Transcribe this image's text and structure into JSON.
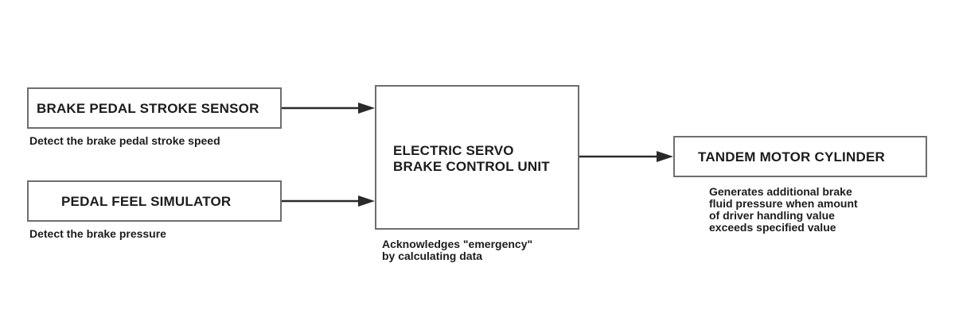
{
  "blocks": {
    "stroke_sensor": {
      "label": "BRAKE PEDAL STROKE SENSOR",
      "note": "Detect the brake pedal stroke speed"
    },
    "feel_simulator": {
      "label": "PEDAL FEEL SIMULATOR",
      "note": "Detect the brake pressure"
    },
    "control_unit": {
      "label_line1": "ELECTRIC SERVO",
      "label_line2": "BRAKE CONTROL UNIT",
      "note": "Acknowledges \"emergency\"\nby calculating data"
    },
    "motor_cylinder": {
      "label": "TANDEM MOTOR CYLINDER",
      "note": "Generates additional brake\nfluid pressure when amount\nof driver handling value\nexceeds specified value"
    }
  },
  "connections": [
    {
      "from": "BRAKE PEDAL STROKE SENSOR",
      "to": "ELECTRIC SERVO BRAKE CONTROL UNIT"
    },
    {
      "from": "PEDAL FEEL SIMULATOR",
      "to": "ELECTRIC SERVO BRAKE CONTROL UNIT"
    },
    {
      "from": "ELECTRIC SERVO BRAKE CONTROL UNIT",
      "to": "TANDEM MOTOR CYLINDER"
    }
  ]
}
